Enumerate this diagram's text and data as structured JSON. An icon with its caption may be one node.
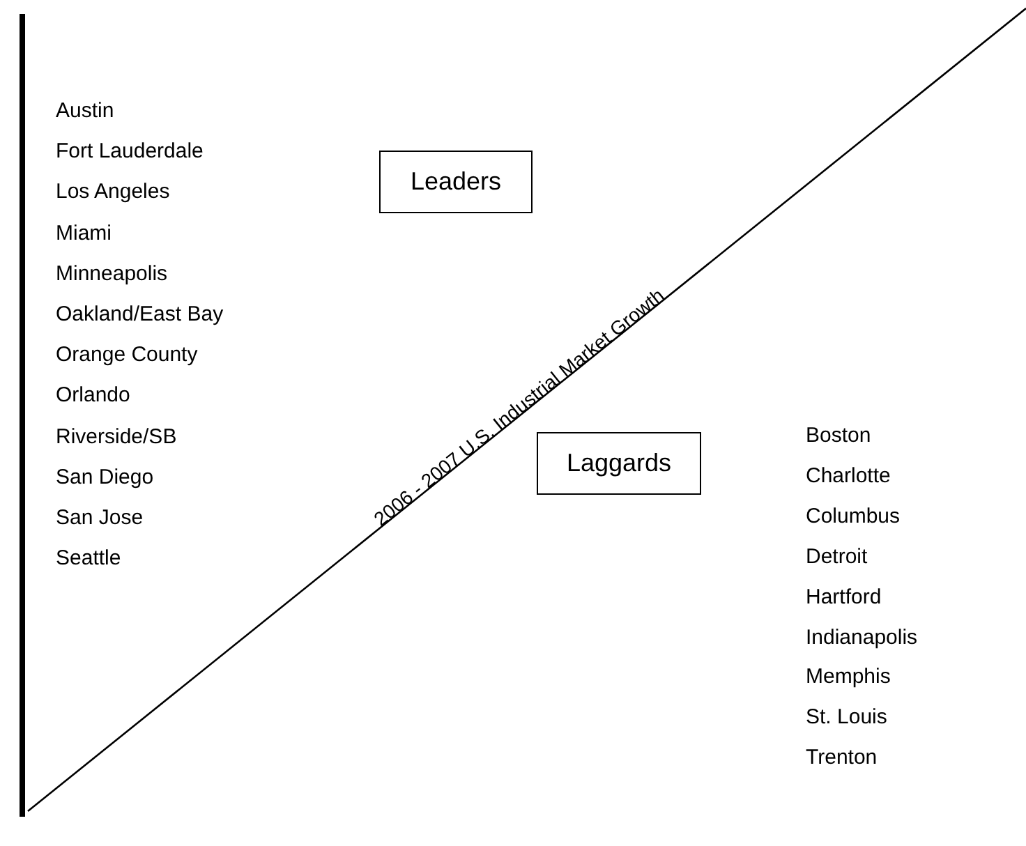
{
  "diagram": {
    "nodes": [
      {
        "text": [
          "Leaders"
        ]
      },
      {
        "text": [
          "Laggards"
        ]
      }
    ],
    "labels": [
      "Austin",
      "Fort Lauderdale",
      "Los Angeles",
      "Miami",
      "Minneapolis",
      "Oakland/East Bay",
      "Orange County",
      "Orlando",
      "Riverside/SB",
      "San Diego",
      "San Jose",
      "Seattle",
      "2006 - 2007 U.S. Industrial Market Growth",
      "Boston",
      "Charlotte",
      "Columbus",
      "Detroit",
      "Hartford",
      "Indianapolis",
      "Memphis",
      "St. Louis",
      "Trenton"
    ]
  }
}
